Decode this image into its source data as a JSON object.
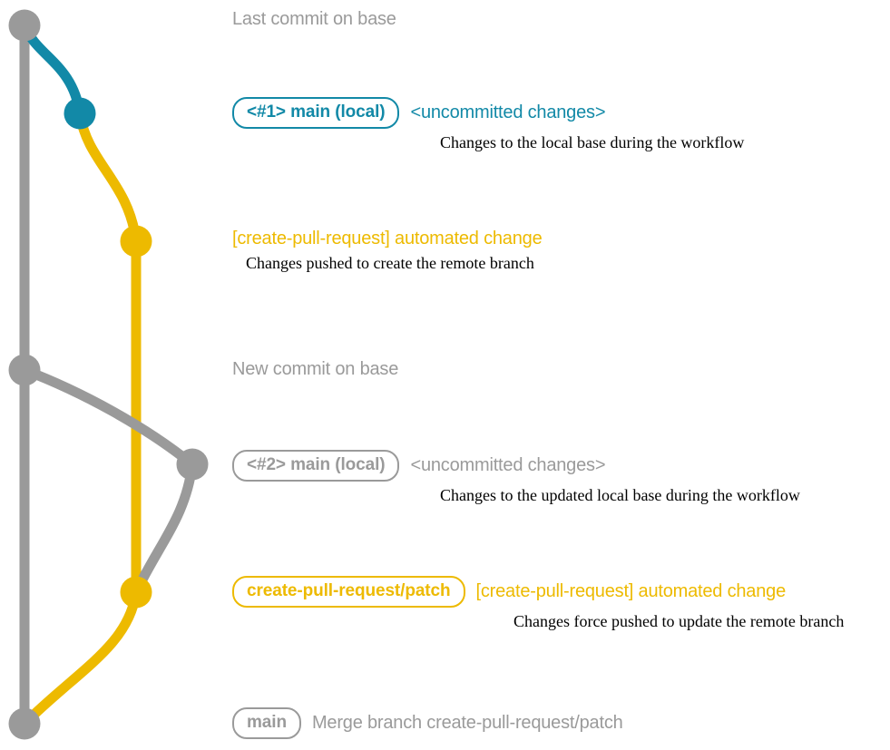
{
  "palette": {
    "base_gray": "#9a9a9a",
    "branch_blue": "#1289a7",
    "branch_gold": "#edba00",
    "description_text": "#000000",
    "background": "#ffffff"
  },
  "diagram": {
    "title": "git-graph-create-pull-request",
    "type": "git-commit-graph"
  },
  "rows": [
    {
      "id": "last-commit-on-base",
      "badge": null,
      "ref_text": null,
      "title": "Last commit on base",
      "title_color": "gray",
      "description": null,
      "node_color": "gray"
    },
    {
      "id": "local-main-1",
      "badge": "<#1> main (local)",
      "badge_color": "blue",
      "ref_text": "<uncommitted changes>",
      "ref_color": "blue",
      "title": null,
      "description": "Changes to the local base during the workflow",
      "node_color": "blue"
    },
    {
      "id": "automated-change-1",
      "badge": null,
      "ref_text": null,
      "title": "[create-pull-request] automated change",
      "title_color": "gold",
      "description": "Changes pushed to create the remote branch",
      "node_color": "gold"
    },
    {
      "id": "new-commit-on-base",
      "badge": null,
      "ref_text": null,
      "title": "New commit on base",
      "title_color": "gray",
      "description": null,
      "node_color": "gray"
    },
    {
      "id": "local-main-2",
      "badge": "<#2> main (local)",
      "badge_color": "gray",
      "ref_text": "<uncommitted changes>",
      "ref_color": "gray",
      "title": null,
      "description": "Changes to the updated local base during the workflow",
      "node_color": "gray"
    },
    {
      "id": "automated-change-2",
      "badge": "create-pull-request/patch",
      "badge_color": "gold",
      "ref_text": "[create-pull-request] automated change",
      "ref_color": "gold",
      "title": null,
      "description": "Changes force pushed to update the remote branch",
      "node_color": "gold"
    },
    {
      "id": "merge-commit",
      "badge": "main",
      "badge_color": "gray",
      "ref_text": "Merge branch create-pull-request/patch",
      "ref_color": "gray",
      "title": null,
      "description": null,
      "node_color": "gray"
    }
  ]
}
